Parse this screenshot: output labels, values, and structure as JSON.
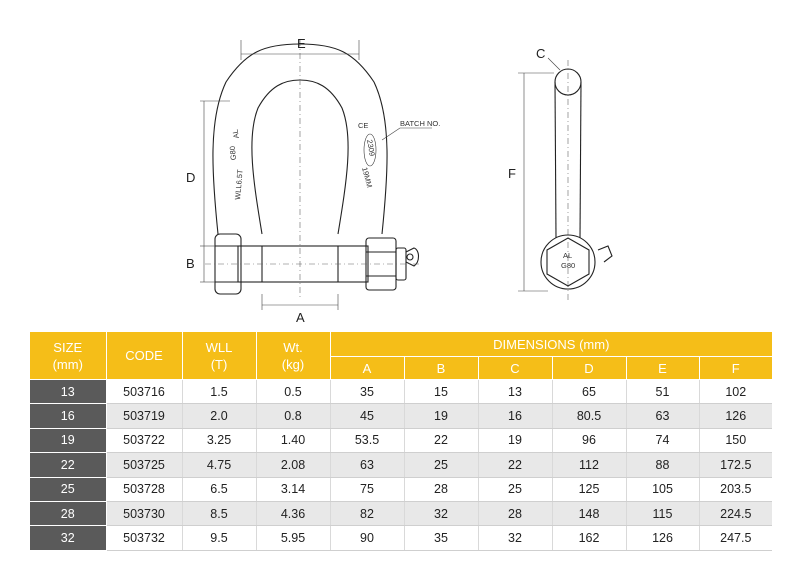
{
  "drawing": {
    "shackle_labels": {
      "E": "E",
      "D": "D",
      "B": "B",
      "A": "A"
    },
    "pin_labels": {
      "C": "C",
      "F": "F"
    },
    "stamps": {
      "batch_note": "BATCH NO.",
      "grade": "G80",
      "maker": "AL",
      "wll": "WLL6.5T",
      "ce_mark": "CE",
      "batch_code": "2309",
      "size_mark": "19MM",
      "pin_maker": "AL",
      "pin_grade": "G80"
    }
  },
  "table": {
    "headers": {
      "size": [
        "SIZE",
        "(mm)"
      ],
      "code": "CODE",
      "wll": [
        "WLL",
        "(T)"
      ],
      "wt": [
        "Wt.",
        "(kg)"
      ],
      "dimensions": "DIMENSIONS (mm)",
      "dim_cols": [
        "A",
        "B",
        "C",
        "D",
        "E",
        "F"
      ]
    },
    "rows": [
      [
        "13",
        "503716",
        "1.5",
        "0.5",
        "35",
        "15",
        "13",
        "65",
        "51",
        "102"
      ],
      [
        "16",
        "503719",
        "2.0",
        "0.8",
        "45",
        "19",
        "16",
        "80.5",
        "63",
        "126"
      ],
      [
        "19",
        "503722",
        "3.25",
        "1.40",
        "53.5",
        "22",
        "19",
        "96",
        "74",
        "150"
      ],
      [
        "22",
        "503725",
        "4.75",
        "2.08",
        "63",
        "25",
        "22",
        "112",
        "88",
        "172.5"
      ],
      [
        "25",
        "503728",
        "6.5",
        "3.14",
        "75",
        "28",
        "25",
        "125",
        "105",
        "203.5"
      ],
      [
        "28",
        "503730",
        "8.5",
        "4.36",
        "82",
        "32",
        "28",
        "148",
        "115",
        "224.5"
      ],
      [
        "32",
        "503732",
        "9.5",
        "5.95",
        "90",
        "35",
        "32",
        "162",
        "126",
        "247.5"
      ]
    ]
  },
  "colors": {
    "header": "#f5be18",
    "size_column": "#5a5a5a",
    "row_alt": "#e8e8e8"
  }
}
